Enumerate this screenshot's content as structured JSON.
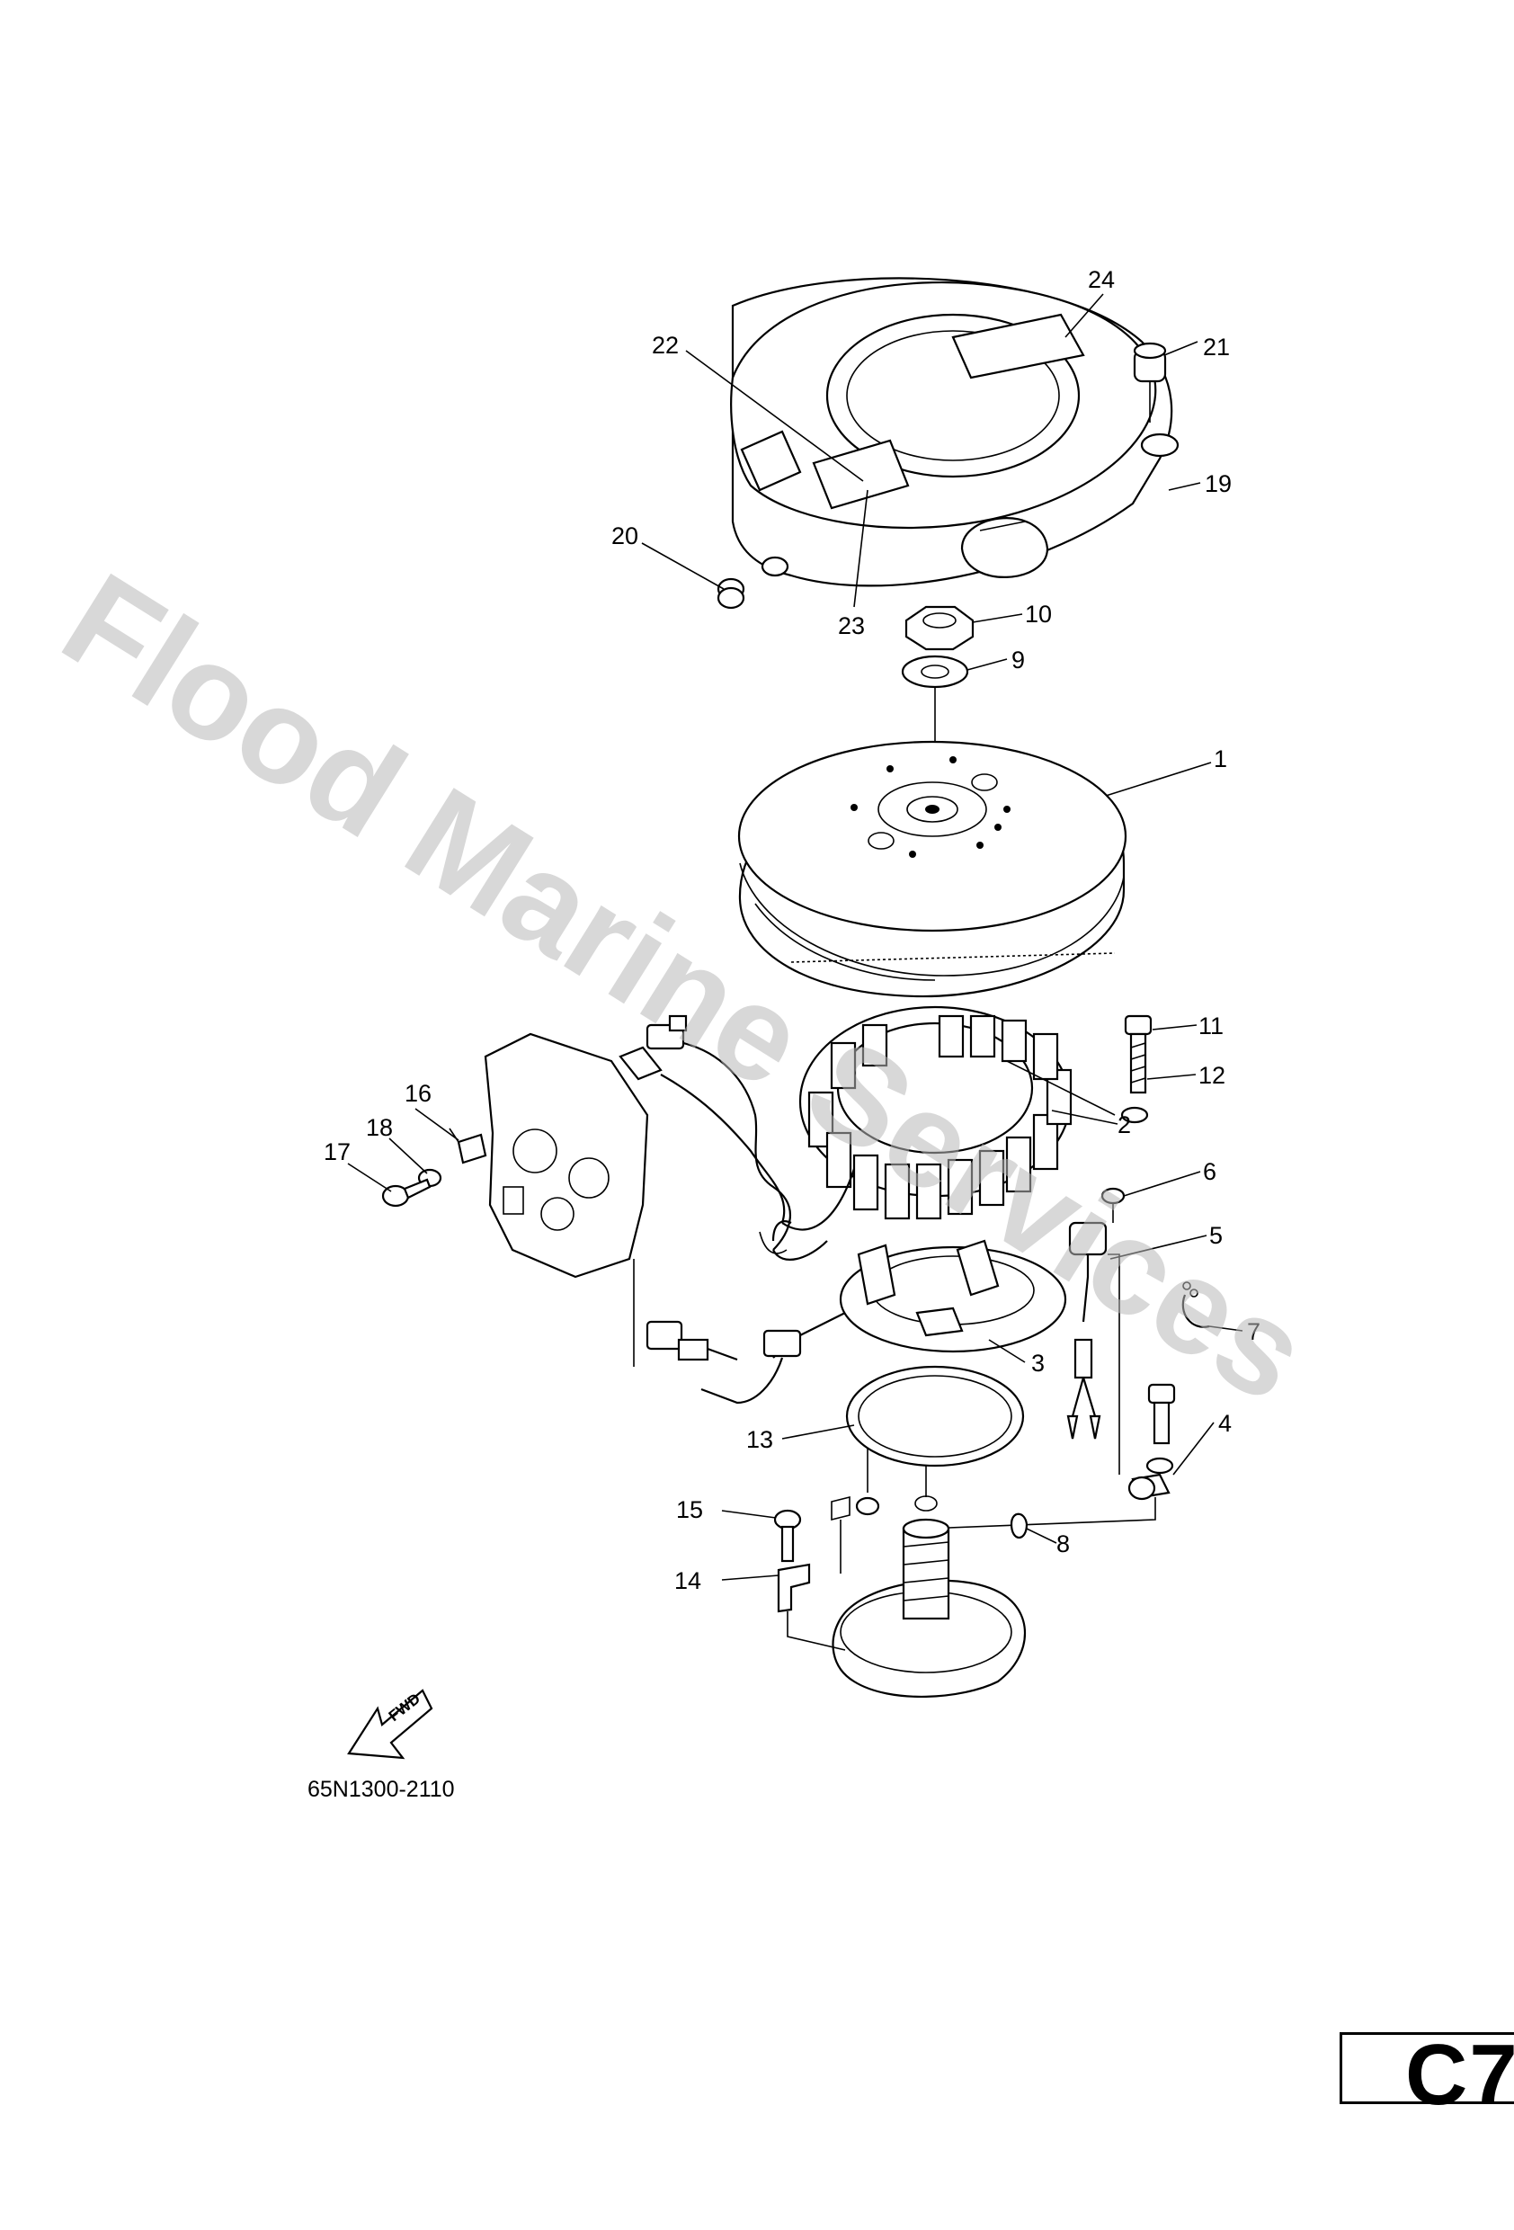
{
  "watermark": "Flood Marine Services",
  "diagram_code": "65N1300-2110",
  "page_ref": "C7",
  "fwd_label": "FWD",
  "callouts": [
    "1",
    "2",
    "3",
    "4",
    "5",
    "6",
    "7",
    "8",
    "9",
    "10",
    "11",
    "12",
    "13",
    "14",
    "15",
    "16",
    "17",
    "18",
    "19",
    "20",
    "21",
    "22",
    "23",
    "24"
  ]
}
